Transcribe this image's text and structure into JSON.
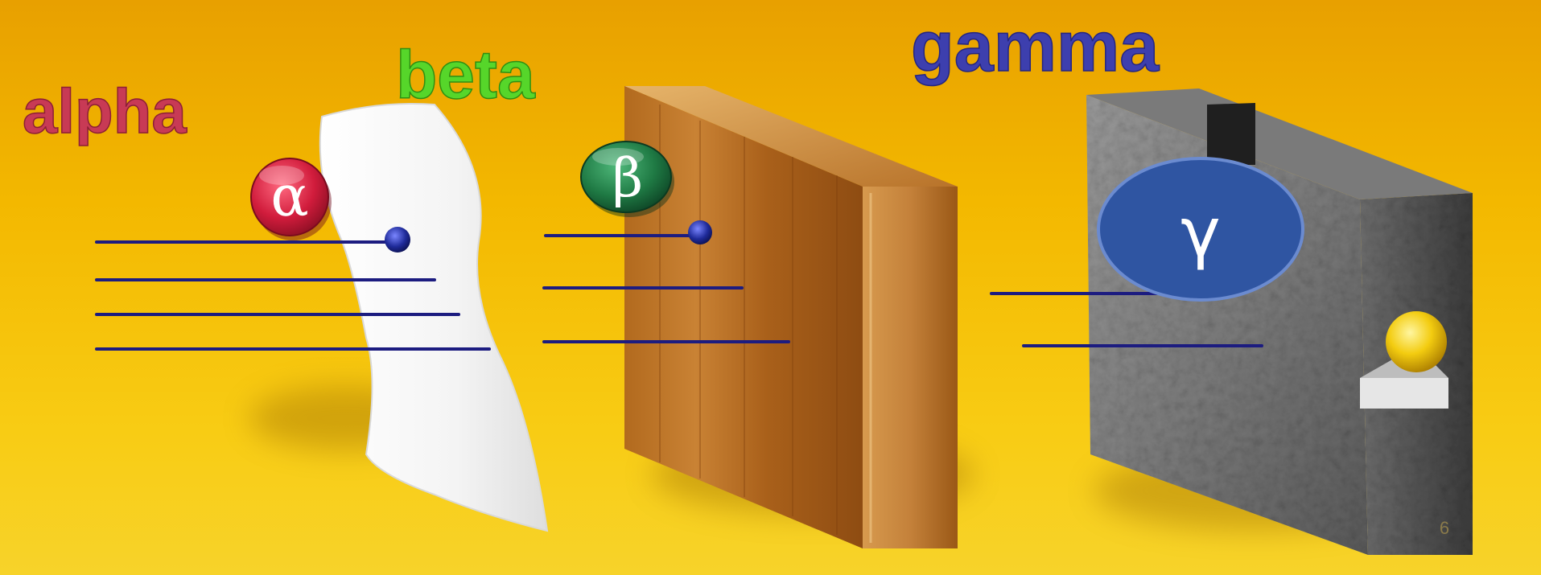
{
  "labels": {
    "alpha": "alpha",
    "beta": "beta",
    "gamma": "gamma"
  },
  "symbols": {
    "alpha": "α",
    "beta": "β",
    "gamma": "γ"
  },
  "slide_number": "6",
  "colors": {
    "background": "#f2b600",
    "alpha_label": "#c83a55",
    "beta_label": "#56d62a",
    "gamma_label": "#3d3fae",
    "ray": "#1c1c80",
    "alpha_badge": "#d11c3c",
    "beta_badge": "#1f7a44",
    "gamma_badge": "#2f55a2"
  },
  "materials": {
    "alpha_barrier": "paper",
    "beta_barrier": "wood",
    "gamma_barrier": "concrete"
  }
}
